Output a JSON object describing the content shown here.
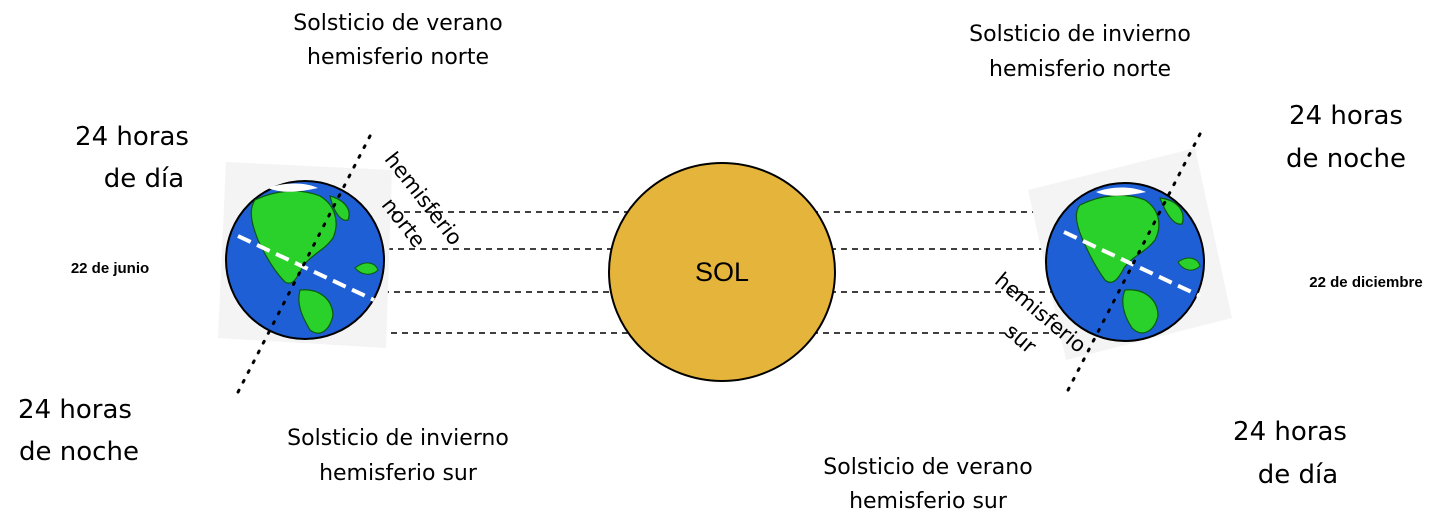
{
  "left": {
    "top_caption": [
      "Solsticio de verano",
      "hemisferio norte"
    ],
    "bottom_caption": [
      "Solsticio de invierno",
      "hemisferio sur"
    ],
    "day_label": [
      "24 horas",
      "de día"
    ],
    "night_label": [
      "24 horas",
      "de noche"
    ],
    "date": "22 de junio",
    "hemisphere_label": [
      "hemisferio",
      "norte"
    ]
  },
  "sun": {
    "label": "SOL",
    "color": "#e5b43b"
  },
  "right": {
    "top_caption": [
      "Solsticio de invierno",
      "hemisferio norte"
    ],
    "bottom_caption": [
      "Solsticio de verano",
      "hemisferio sur"
    ],
    "night_label": [
      "24 horas",
      "de noche"
    ],
    "day_label": [
      "24 horas",
      "de día"
    ],
    "date": "22 de diciembre",
    "hemisphere_label": [
      "hemisferio",
      "sur"
    ]
  },
  "colors": {
    "ocean": "#1f5fd6",
    "land": "#2bd12b",
    "ice": "#ffffff"
  },
  "icons": [
    "earth-globe-icon",
    "sun-icon"
  ]
}
